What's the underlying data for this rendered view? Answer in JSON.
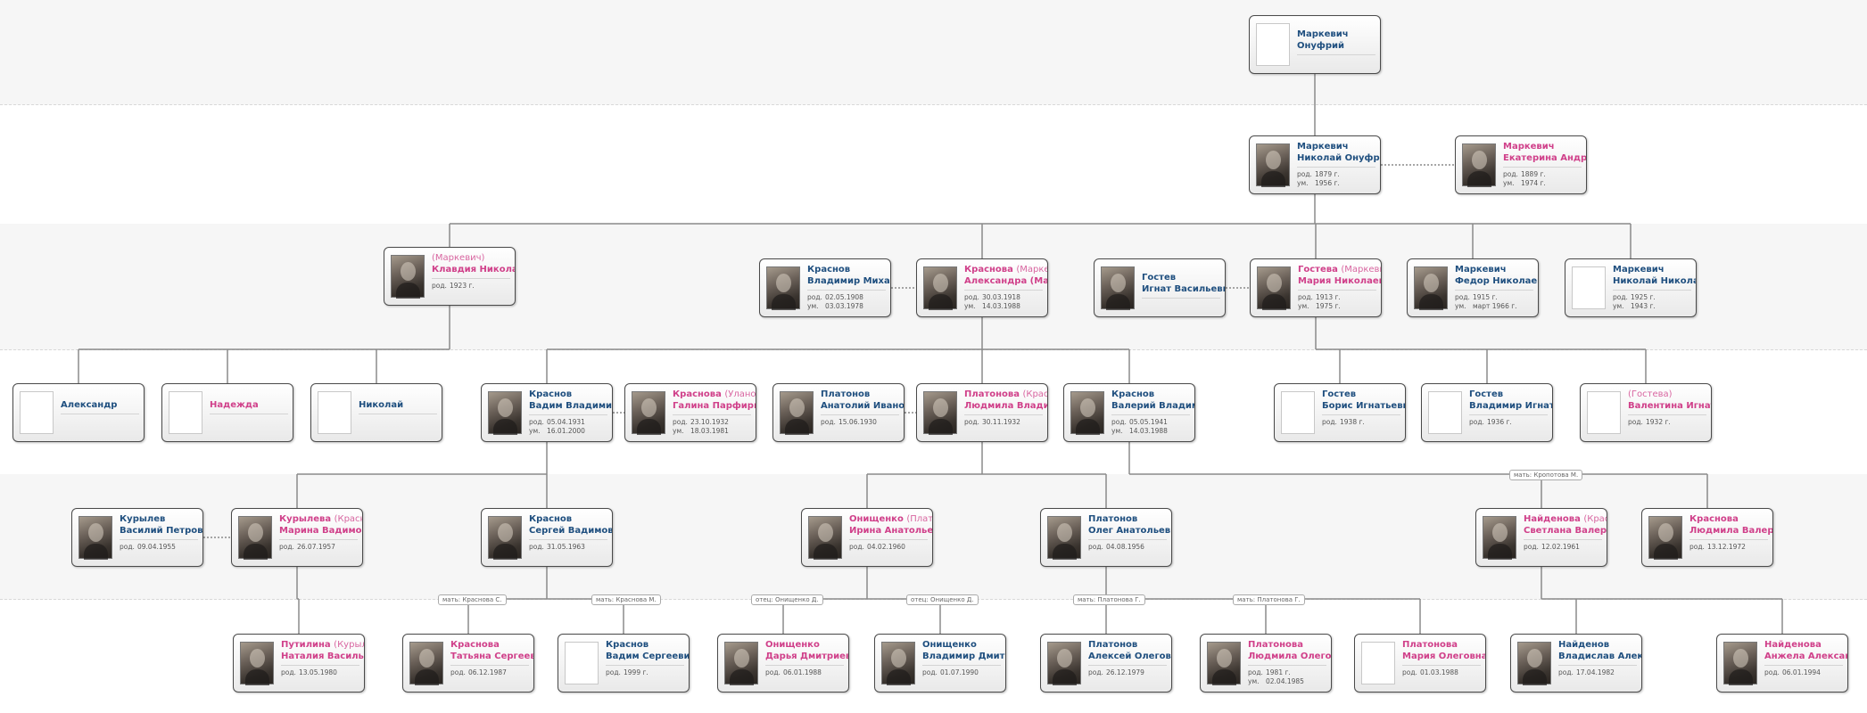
{
  "people": [
    {
      "id": "onufriy",
      "gender": "m",
      "surname": "Маркевич",
      "name": "Онуфрий",
      "photo": false
    },
    {
      "id": "nikolay_o",
      "gender": "m",
      "surname": "Маркевич",
      "name": "Николай Онуфриевич",
      "photo": true,
      "dates": [
        {
          "label": "род.",
          "value": "1879 г."
        },
        {
          "label": "ум.",
          "value": "1956 г."
        }
      ]
    },
    {
      "id": "ekaterina",
      "gender": "f",
      "surname": "Маркевич",
      "name": "Екатерина Андреевна",
      "photo": true,
      "dates": [
        {
          "label": "род.",
          "value": "1889 г."
        },
        {
          "label": "ум.",
          "value": "1974 г."
        }
      ]
    },
    {
      "id": "klavdiya",
      "gender": "f",
      "surname": "",
      "maiden": "(Маркевич)",
      "name": "Клавдия Николаевна",
      "photo": true,
      "dates": [
        {
          "label": "род.",
          "value": "1923 г."
        }
      ]
    },
    {
      "id": "vladimir_k",
      "gender": "m",
      "surname": "Краснов",
      "name": "Владимир Михайлович",
      "photo": true,
      "dates": [
        {
          "label": "род.",
          "value": "02.05.1908"
        },
        {
          "label": "ум.",
          "value": "03.03.1978"
        }
      ]
    },
    {
      "id": "aleksandra",
      "gender": "f",
      "surname": "Краснова",
      "maiden": "(Маркевич)",
      "name": "Александра (Маркевич)",
      "photo": true,
      "dates": [
        {
          "label": "род.",
          "value": "30.03.1918"
        },
        {
          "label": "ум.",
          "value": "14.03.1988"
        }
      ]
    },
    {
      "id": "ignat",
      "gender": "m",
      "surname": "Гостев",
      "name": "Игнат Васильевич",
      "photo": true
    },
    {
      "id": "mariya_n",
      "gender": "f",
      "surname": "Гостева",
      "maiden": "(Маркевич)",
      "name": "Мария Николаевна",
      "photo": true,
      "dates": [
        {
          "label": "род.",
          "value": "1913 г."
        },
        {
          "label": "ум.",
          "value": "1975 г."
        }
      ]
    },
    {
      "id": "fedor",
      "gender": "m",
      "surname": "Маркевич",
      "name": "Федор Николаевич",
      "photo": true,
      "dates": [
        {
          "label": "род.",
          "value": "1915 г."
        },
        {
          "label": "ум.",
          "value": "март 1966 г."
        }
      ]
    },
    {
      "id": "nikolay_n",
      "gender": "m",
      "surname": "Маркевич",
      "name": "Николай Николаевич",
      "photo": false,
      "dates": [
        {
          "label": "род.",
          "value": "1925 г."
        },
        {
          "label": "ум.",
          "value": "1943 г."
        }
      ]
    },
    {
      "id": "aleksandr",
      "gender": "m",
      "surname": "",
      "name": "Александр",
      "photo": false
    },
    {
      "id": "nadezhda",
      "gender": "f",
      "surname": "",
      "name": "Надежда",
      "photo": false
    },
    {
      "id": "nikolay",
      "gender": "m",
      "surname": "",
      "name": "Николай",
      "photo": false
    },
    {
      "id": "vadim_v",
      "gender": "m",
      "surname": "Краснов",
      "name": "Вадим Владимирович",
      "photo": true,
      "dates": [
        {
          "label": "род.",
          "value": "05.04.1931"
        },
        {
          "label": "ум.",
          "value": "16.01.2000"
        }
      ]
    },
    {
      "id": "galina",
      "gender": "f",
      "surname": "Краснова",
      "maiden": "(Уланова)",
      "name": "Галина Парфирьевна",
      "photo": true,
      "dates": [
        {
          "label": "род.",
          "value": "23.10.1932"
        },
        {
          "label": "ум.",
          "value": "18.03.1981"
        }
      ]
    },
    {
      "id": "anatoliy",
      "gender": "m",
      "surname": "Платонов",
      "name": "Анатолий Иванович",
      "photo": true,
      "dates": [
        {
          "label": "род.",
          "value": "15.06.1930"
        }
      ]
    },
    {
      "id": "lyudmila_v",
      "gender": "f",
      "surname": "Платонова",
      "maiden": "(Краснова)",
      "name": "Людмила Владимировна",
      "photo": true,
      "dates": [
        {
          "label": "род.",
          "value": "30.11.1932"
        }
      ]
    },
    {
      "id": "valeriy",
      "gender": "m",
      "surname": "Краснов",
      "name": "Валерий Владимирович",
      "photo": true,
      "dates": [
        {
          "label": "род.",
          "value": "05.05.1941"
        },
        {
          "label": "ум.",
          "value": "14.03.1988"
        }
      ]
    },
    {
      "id": "boris",
      "gender": "m",
      "surname": "Гостев",
      "name": "Борис Игнатьевич",
      "photo": false,
      "dates": [
        {
          "label": "род.",
          "value": "1938 г."
        }
      ]
    },
    {
      "id": "vladimir_g",
      "gender": "m",
      "surname": "Гостев",
      "name": "Владимир Игнатьевич",
      "photo": false,
      "dates": [
        {
          "label": "род.",
          "value": "1936 г."
        }
      ]
    },
    {
      "id": "valentina",
      "gender": "f",
      "surname": "",
      "maiden": "(Гостева)",
      "name": "Валентина Игнатьевна",
      "photo": false,
      "dates": [
        {
          "label": "род.",
          "value": "1932 г."
        }
      ]
    },
    {
      "id": "vasiliy",
      "gender": "m",
      "surname": "Курылев",
      "name": "Василий Петрович",
      "photo": true,
      "dates": [
        {
          "label": "род.",
          "value": "09.04.1955"
        }
      ]
    },
    {
      "id": "marina",
      "gender": "f",
      "surname": "Курылева",
      "maiden": "(Краснова)",
      "name": "Марина Вадимовна",
      "photo": true,
      "dates": [
        {
          "label": "род.",
          "value": "26.07.1957"
        }
      ]
    },
    {
      "id": "sergey",
      "gender": "m",
      "surname": "Краснов",
      "name": "Сергей Вадимович",
      "photo": true,
      "dates": [
        {
          "label": "род.",
          "value": "31.05.1963"
        }
      ]
    },
    {
      "id": "irina",
      "gender": "f",
      "surname": "Онищенко",
      "maiden": "(Платонова)",
      "name": "Ирина Анатольевна",
      "photo": true,
      "dates": [
        {
          "label": "род.",
          "value": "04.02.1960"
        }
      ]
    },
    {
      "id": "oleg",
      "gender": "m",
      "surname": "Платонов",
      "name": "Олег Анатольевич",
      "photo": true,
      "dates": [
        {
          "label": "род.",
          "value": "04.08.1956"
        }
      ]
    },
    {
      "id": "svetlana",
      "gender": "f",
      "surname": "Найденова",
      "maiden": "(Краснова)",
      "name": "Светлана Валерьевна",
      "photo": true,
      "dates": [
        {
          "label": "род.",
          "value": "12.02.1961"
        }
      ]
    },
    {
      "id": "lyudmila_val",
      "gender": "f",
      "surname": "Краснова",
      "name": "Людмила Валерьевна",
      "photo": true,
      "dates": [
        {
          "label": "род.",
          "value": "13.12.1972"
        }
      ]
    },
    {
      "id": "nataliya",
      "gender": "f",
      "surname": "Путилина",
      "maiden": "(Курылева)",
      "name": "Наталия Васильевна",
      "photo": true,
      "dates": [
        {
          "label": "род.",
          "value": "13.05.1980"
        }
      ]
    },
    {
      "id": "tatyana",
      "gender": "f",
      "surname": "Краснова",
      "name": "Татьяна Сергеевна",
      "photo": true,
      "dates": [
        {
          "label": "род.",
          "value": "06.12.1987"
        }
      ]
    },
    {
      "id": "vadim_s",
      "gender": "m",
      "surname": "Краснов",
      "name": "Вадим Сергеевич",
      "photo": false,
      "dates": [
        {
          "label": "род.",
          "value": "1999 г."
        }
      ]
    },
    {
      "id": "darya",
      "gender": "f",
      "surname": "Онищенко",
      "name": "Дарья Дмитриевна",
      "photo": true,
      "dates": [
        {
          "label": "род.",
          "value": "06.01.1988"
        }
      ]
    },
    {
      "id": "vladimir_d",
      "gender": "m",
      "surname": "Онищенко",
      "name": "Владимир Дмитриевич",
      "photo": true,
      "dates": [
        {
          "label": "род.",
          "value": "01.07.1990"
        }
      ]
    },
    {
      "id": "aleksey",
      "gender": "m",
      "surname": "Платонов",
      "name": "Алексей Олегович",
      "photo": true,
      "dates": [
        {
          "label": "род.",
          "value": "26.12.1979"
        }
      ]
    },
    {
      "id": "lyudmila_o",
      "gender": "f",
      "surname": "Платонова",
      "name": "Людмила Олеговна",
      "photo": true,
      "dates": [
        {
          "label": "род.",
          "value": "1981 г."
        },
        {
          "label": "ум.",
          "value": "02.04.1985"
        }
      ]
    },
    {
      "id": "mariya_o",
      "gender": "f",
      "surname": "Платонова",
      "name": "Мария Олеговна",
      "photo": false,
      "dates": [
        {
          "label": "род.",
          "value": "01.03.1988"
        }
      ]
    },
    {
      "id": "vladislav",
      "gender": "m",
      "surname": "Найденов",
      "name": "Владислав Александрович",
      "photo": true,
      "dates": [
        {
          "label": "род.",
          "value": "17.04.1982"
        }
      ]
    },
    {
      "id": "anzhela",
      "gender": "f",
      "surname": "Найденова",
      "name": "Анжела Александровна",
      "photo": true,
      "dates": [
        {
          "label": "род.",
          "value": "06.01.1994"
        }
      ]
    }
  ],
  "parent_tags": [
    {
      "id": "tag_krasnova_s",
      "text": "мать: Краснова С."
    },
    {
      "id": "tag_krasnova_m",
      "text": "мать: Краснова М."
    },
    {
      "id": "tag_onishchenko_1",
      "text": "отец: Онищенко Д."
    },
    {
      "id": "tag_onishchenko_2",
      "text": "отец: Онищенко Д."
    },
    {
      "id": "tag_platonova_1",
      "text": "мать: Платонова Г."
    },
    {
      "id": "tag_platonova_2",
      "text": "мать: Платонова Г."
    },
    {
      "id": "tag_kropotova",
      "text": "мать: Кропотова М."
    }
  ],
  "colors": {
    "male": "#1f4f7f",
    "female": "#d0408a",
    "line": "#8a8a8a",
    "card_border": "#4a4a4a"
  }
}
